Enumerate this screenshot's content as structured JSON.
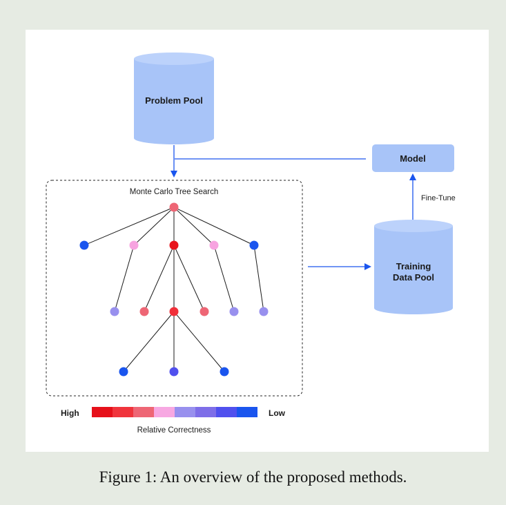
{
  "problem_pool": {
    "label": "Problem Pool"
  },
  "model": {
    "label": "Model"
  },
  "training_pool": {
    "label_line1": "Training",
    "label_line2": "Data Pool"
  },
  "fine_tune_label": "Fine-Tune",
  "mcts": {
    "title": "Monte Carlo Tree Search",
    "nodes": [
      {
        "id": "root",
        "level": 0,
        "color": "#ee6675"
      },
      {
        "id": "a1",
        "level": 1,
        "color": "#1a55ee"
      },
      {
        "id": "a2",
        "level": 1,
        "color": "#f7a3e0"
      },
      {
        "id": "a3",
        "level": 1,
        "color": "#e8141c"
      },
      {
        "id": "a4",
        "level": 1,
        "color": "#f7a3e0"
      },
      {
        "id": "a5",
        "level": 1,
        "color": "#1a55ee"
      },
      {
        "id": "b1",
        "level": 2,
        "color": "#9890ee"
      },
      {
        "id": "b2",
        "level": 2,
        "color": "#ee6675"
      },
      {
        "id": "b3",
        "level": 2,
        "color": "#f0303a"
      },
      {
        "id": "b4",
        "level": 2,
        "color": "#ee6675"
      },
      {
        "id": "b5",
        "level": 2,
        "color": "#9890ee"
      },
      {
        "id": "b6",
        "level": 2,
        "color": "#9890ee"
      },
      {
        "id": "c1",
        "level": 3,
        "color": "#1a55ee"
      },
      {
        "id": "c2",
        "level": 3,
        "color": "#5050ee"
      },
      {
        "id": "c3",
        "level": 3,
        "color": "#1a55ee"
      }
    ],
    "edges": [
      [
        "root",
        "a1"
      ],
      [
        "root",
        "a2"
      ],
      [
        "root",
        "a3"
      ],
      [
        "root",
        "a4"
      ],
      [
        "root",
        "a5"
      ],
      [
        "a2",
        "b1"
      ],
      [
        "a3",
        "b2"
      ],
      [
        "a3",
        "b3"
      ],
      [
        "a3",
        "b4"
      ],
      [
        "a4",
        "b5"
      ],
      [
        "a5",
        "b6"
      ],
      [
        "b3",
        "c1"
      ],
      [
        "b3",
        "c2"
      ],
      [
        "b3",
        "c3"
      ]
    ]
  },
  "legend": {
    "high": "High",
    "low": "Low",
    "title": "Relative Correctness",
    "colors": [
      "#e6101a",
      "#f0343c",
      "#ee6675",
      "#f7a8e2",
      "#9890ee",
      "#7e6ee8",
      "#5050ee",
      "#1a55ee"
    ]
  },
  "caption": "Figure 1: An overview of the proposed methods."
}
